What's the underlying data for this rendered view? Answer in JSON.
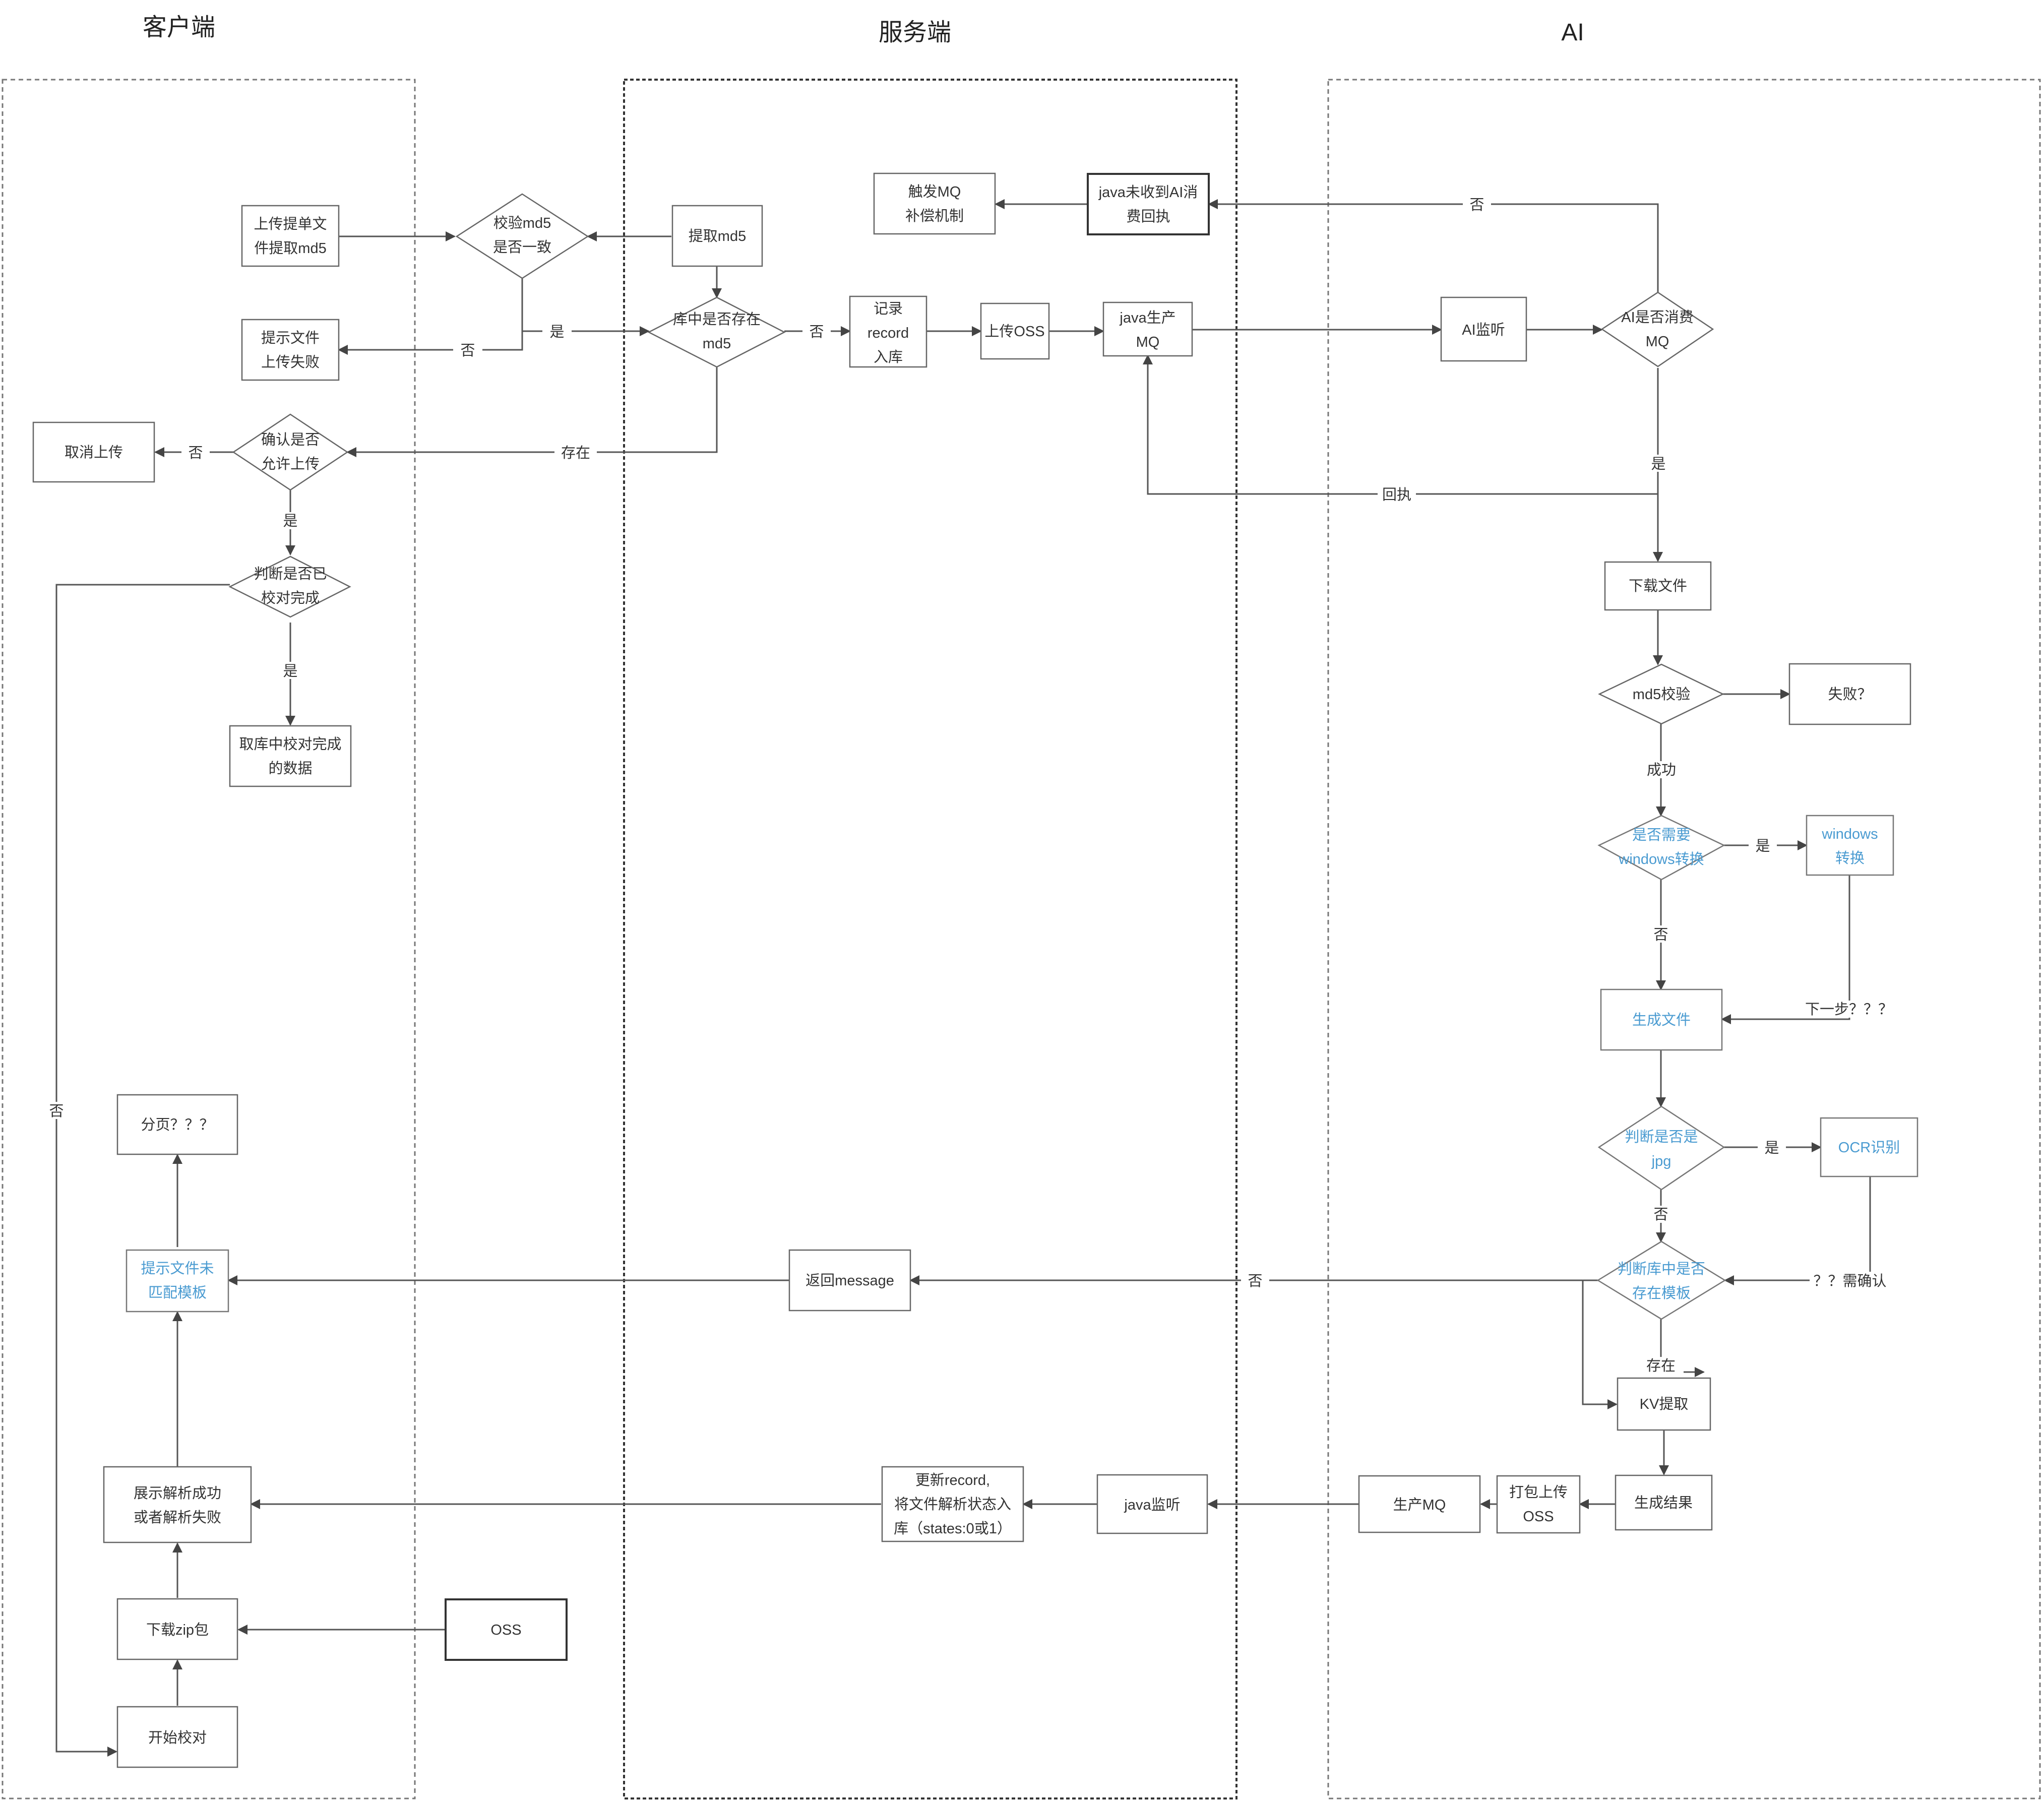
{
  "lanes": {
    "client": "客户端",
    "server": "服务端",
    "ai": "AI"
  },
  "nodes": {
    "upload_extract_md5": [
      "上传提单文",
      "件提取md5"
    ],
    "check_md5": [
      "校验md5",
      "是否一致"
    ],
    "extract_md5": [
      "提取md5"
    ],
    "tip_upload_fail": [
      "提示文件",
      "上传失败"
    ],
    "db_has_md5": [
      "库中是否存在",
      "md5"
    ],
    "record_db": [
      "记录",
      "record",
      "入库"
    ],
    "upload_oss": [
      "上传OSS"
    ],
    "java_produce_mq": [
      "java生产",
      "MQ"
    ],
    "trigger_mq": [
      "触发MQ",
      "补偿机制"
    ],
    "java_no_receipt": [
      "java未收到AI消",
      "费回执"
    ],
    "ai_listen": [
      "AI监听"
    ],
    "ai_consumed": [
      "AI是否消费",
      "MQ"
    ],
    "cancel_upload": [
      "取消上传"
    ],
    "confirm_upload": [
      "确认是否",
      "允许上传"
    ],
    "judge_done": [
      "判断是否已",
      "校对完成"
    ],
    "fetch_done_data": [
      "取库中校对完成",
      "的数据"
    ],
    "download_file": [
      "下载文件"
    ],
    "md5_check_ai": [
      "md5校验"
    ],
    "fail_q": [
      "失败？"
    ],
    "need_windows": [
      "是否需要",
      "windows转换"
    ],
    "windows_convert": [
      "windows",
      "转换"
    ],
    "gen_file": [
      "生成文件"
    ],
    "is_jpg": [
      "判断是否是",
      "jpg"
    ],
    "ocr": [
      "OCR识别"
    ],
    "template_exists": [
      "判断库中是否",
      "存在模板"
    ],
    "kv_extract": [
      "KV提取"
    ],
    "gen_result": [
      "生成结果"
    ],
    "pack_upload_oss": [
      "打包上传",
      "OSS"
    ],
    "produce_mq": [
      "生产MQ"
    ],
    "java_listen": [
      "java监听"
    ],
    "update_record": [
      "更新record,",
      "将文件解析状态入",
      "库（states:0或1）"
    ],
    "show_result": [
      "展示解析成功",
      "或者解析失败"
    ],
    "download_zip": [
      "下载zip包"
    ],
    "oss": [
      "OSS"
    ],
    "start_check": [
      "开始校对"
    ],
    "paging": [
      "分页？？？"
    ],
    "tip_no_template": [
      "提示文件未",
      "匹配模板"
    ],
    "return_message": [
      "返回message"
    ]
  },
  "edge_labels": {
    "yes_check_to_db": "是",
    "no_check_to_tip": "否",
    "no_db_to_record": "否",
    "exists_db_to_confirm": "存在",
    "no_confirm_to_cancel": "否",
    "yes_confirm_to_judge": "是",
    "yes_judge_to_fetch": "是",
    "no_judge_to_start": "否",
    "no_ai_consumed": "否",
    "yes_ai_consumed": "是",
    "receipt": "回执",
    "md5_success": "成功",
    "yes_windows": "是",
    "no_windows": "否",
    "next_step": "下一步？？？",
    "yes_jpg": "是",
    "no_jpg": "否",
    "need_confirm": "？？需确认",
    "no_template": "否",
    "exists_template": "存在"
  },
  "colors": {
    "line": "#555555",
    "box_stroke": "#666666",
    "text": "#333333",
    "highlight_text": "#4a9bd1"
  }
}
